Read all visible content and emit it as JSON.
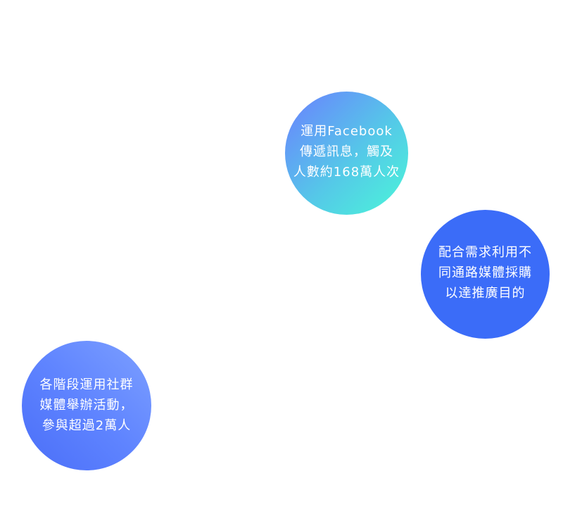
{
  "bubbles": {
    "facebook": {
      "lines": [
        "運用Facebook",
        "傳遞訊息，觸及",
        "人數約168萬人次"
      ],
      "gradient": [
        "#6b7fff",
        "#55c8e8",
        "#4af7d8"
      ]
    },
    "media": {
      "lines": [
        "配合需求利用不",
        "同通路媒體採購",
        "以達推廣目的"
      ],
      "color": "#3b6cf8"
    },
    "events": {
      "lines": [
        "各階段運用社群",
        "媒體舉辦活動，",
        "參與超過2萬人"
      ],
      "gradient": [
        "#7da0ff",
        "#5f84ff",
        "#4a6ef8"
      ]
    }
  }
}
